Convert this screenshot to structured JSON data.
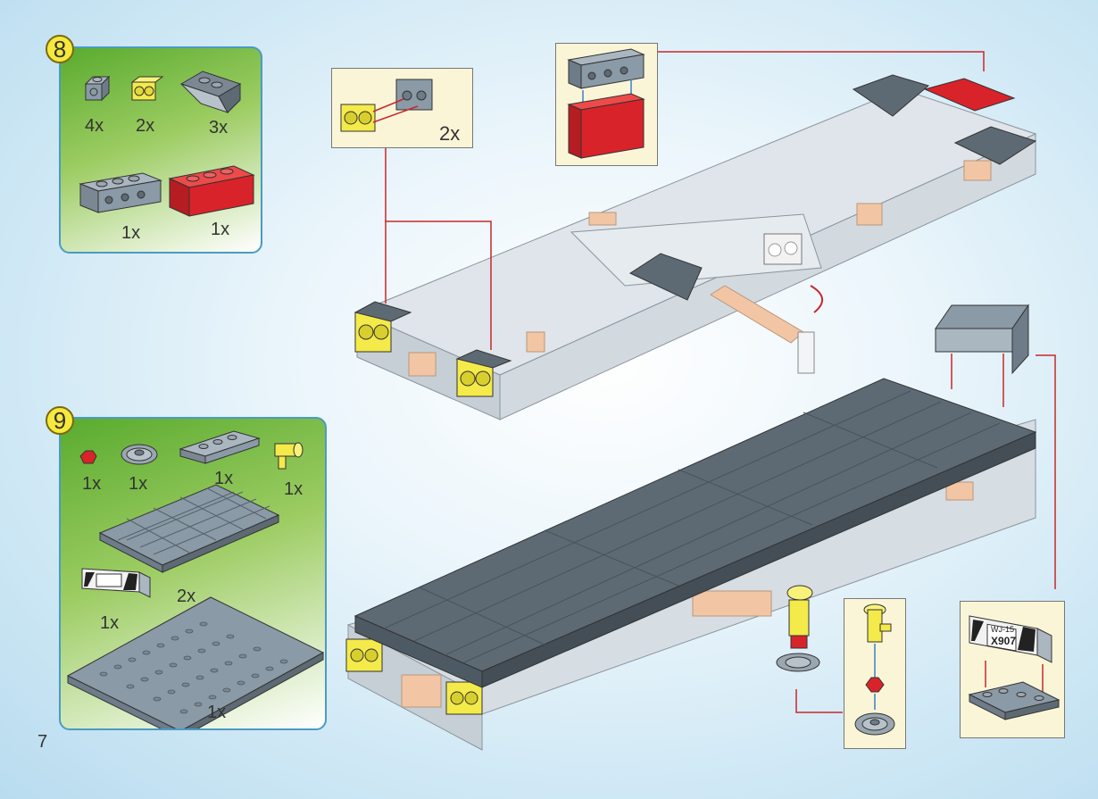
{
  "page_number": "7",
  "steps": [
    {
      "number": "8",
      "parts": [
        {
          "name": "gray 1x1 brick with side studs",
          "qty": "4x"
        },
        {
          "name": "yellow 1x2 headlight tile",
          "qty": "2x"
        },
        {
          "name": "dark gray inverted slope",
          "qty": "3x"
        },
        {
          "name": "gray 1x4 technic brick",
          "qty": "1x"
        },
        {
          "name": "red 1x4 brick",
          "qty": "1x"
        }
      ]
    },
    {
      "number": "9",
      "parts": [
        {
          "name": "red round plate",
          "qty": "1x"
        },
        {
          "name": "gray steering wheel",
          "qty": "1x"
        },
        {
          "name": "gray 1x4 plate",
          "qty": "1x"
        },
        {
          "name": "yellow fire hose nozzle",
          "qty": "1x"
        },
        {
          "name": "gray 6x8 plate",
          "qty": "2x"
        },
        {
          "name": "license plate sign",
          "qty": "1x"
        },
        {
          "name": "gray 8x16 plate",
          "qty": "1x"
        }
      ]
    }
  ],
  "callouts": {
    "headlight_qty": "2x",
    "plate_text_top": "WJ-15",
    "plate_text_bottom": "X907"
  },
  "colors": {
    "brick_gray": "#8a9aa6",
    "dark_gray": "#6b7780",
    "red": "#d9232a",
    "yellow": "#f4ea4a",
    "tan": "#f2c6a4",
    "arrow_red": "#c8282a"
  }
}
